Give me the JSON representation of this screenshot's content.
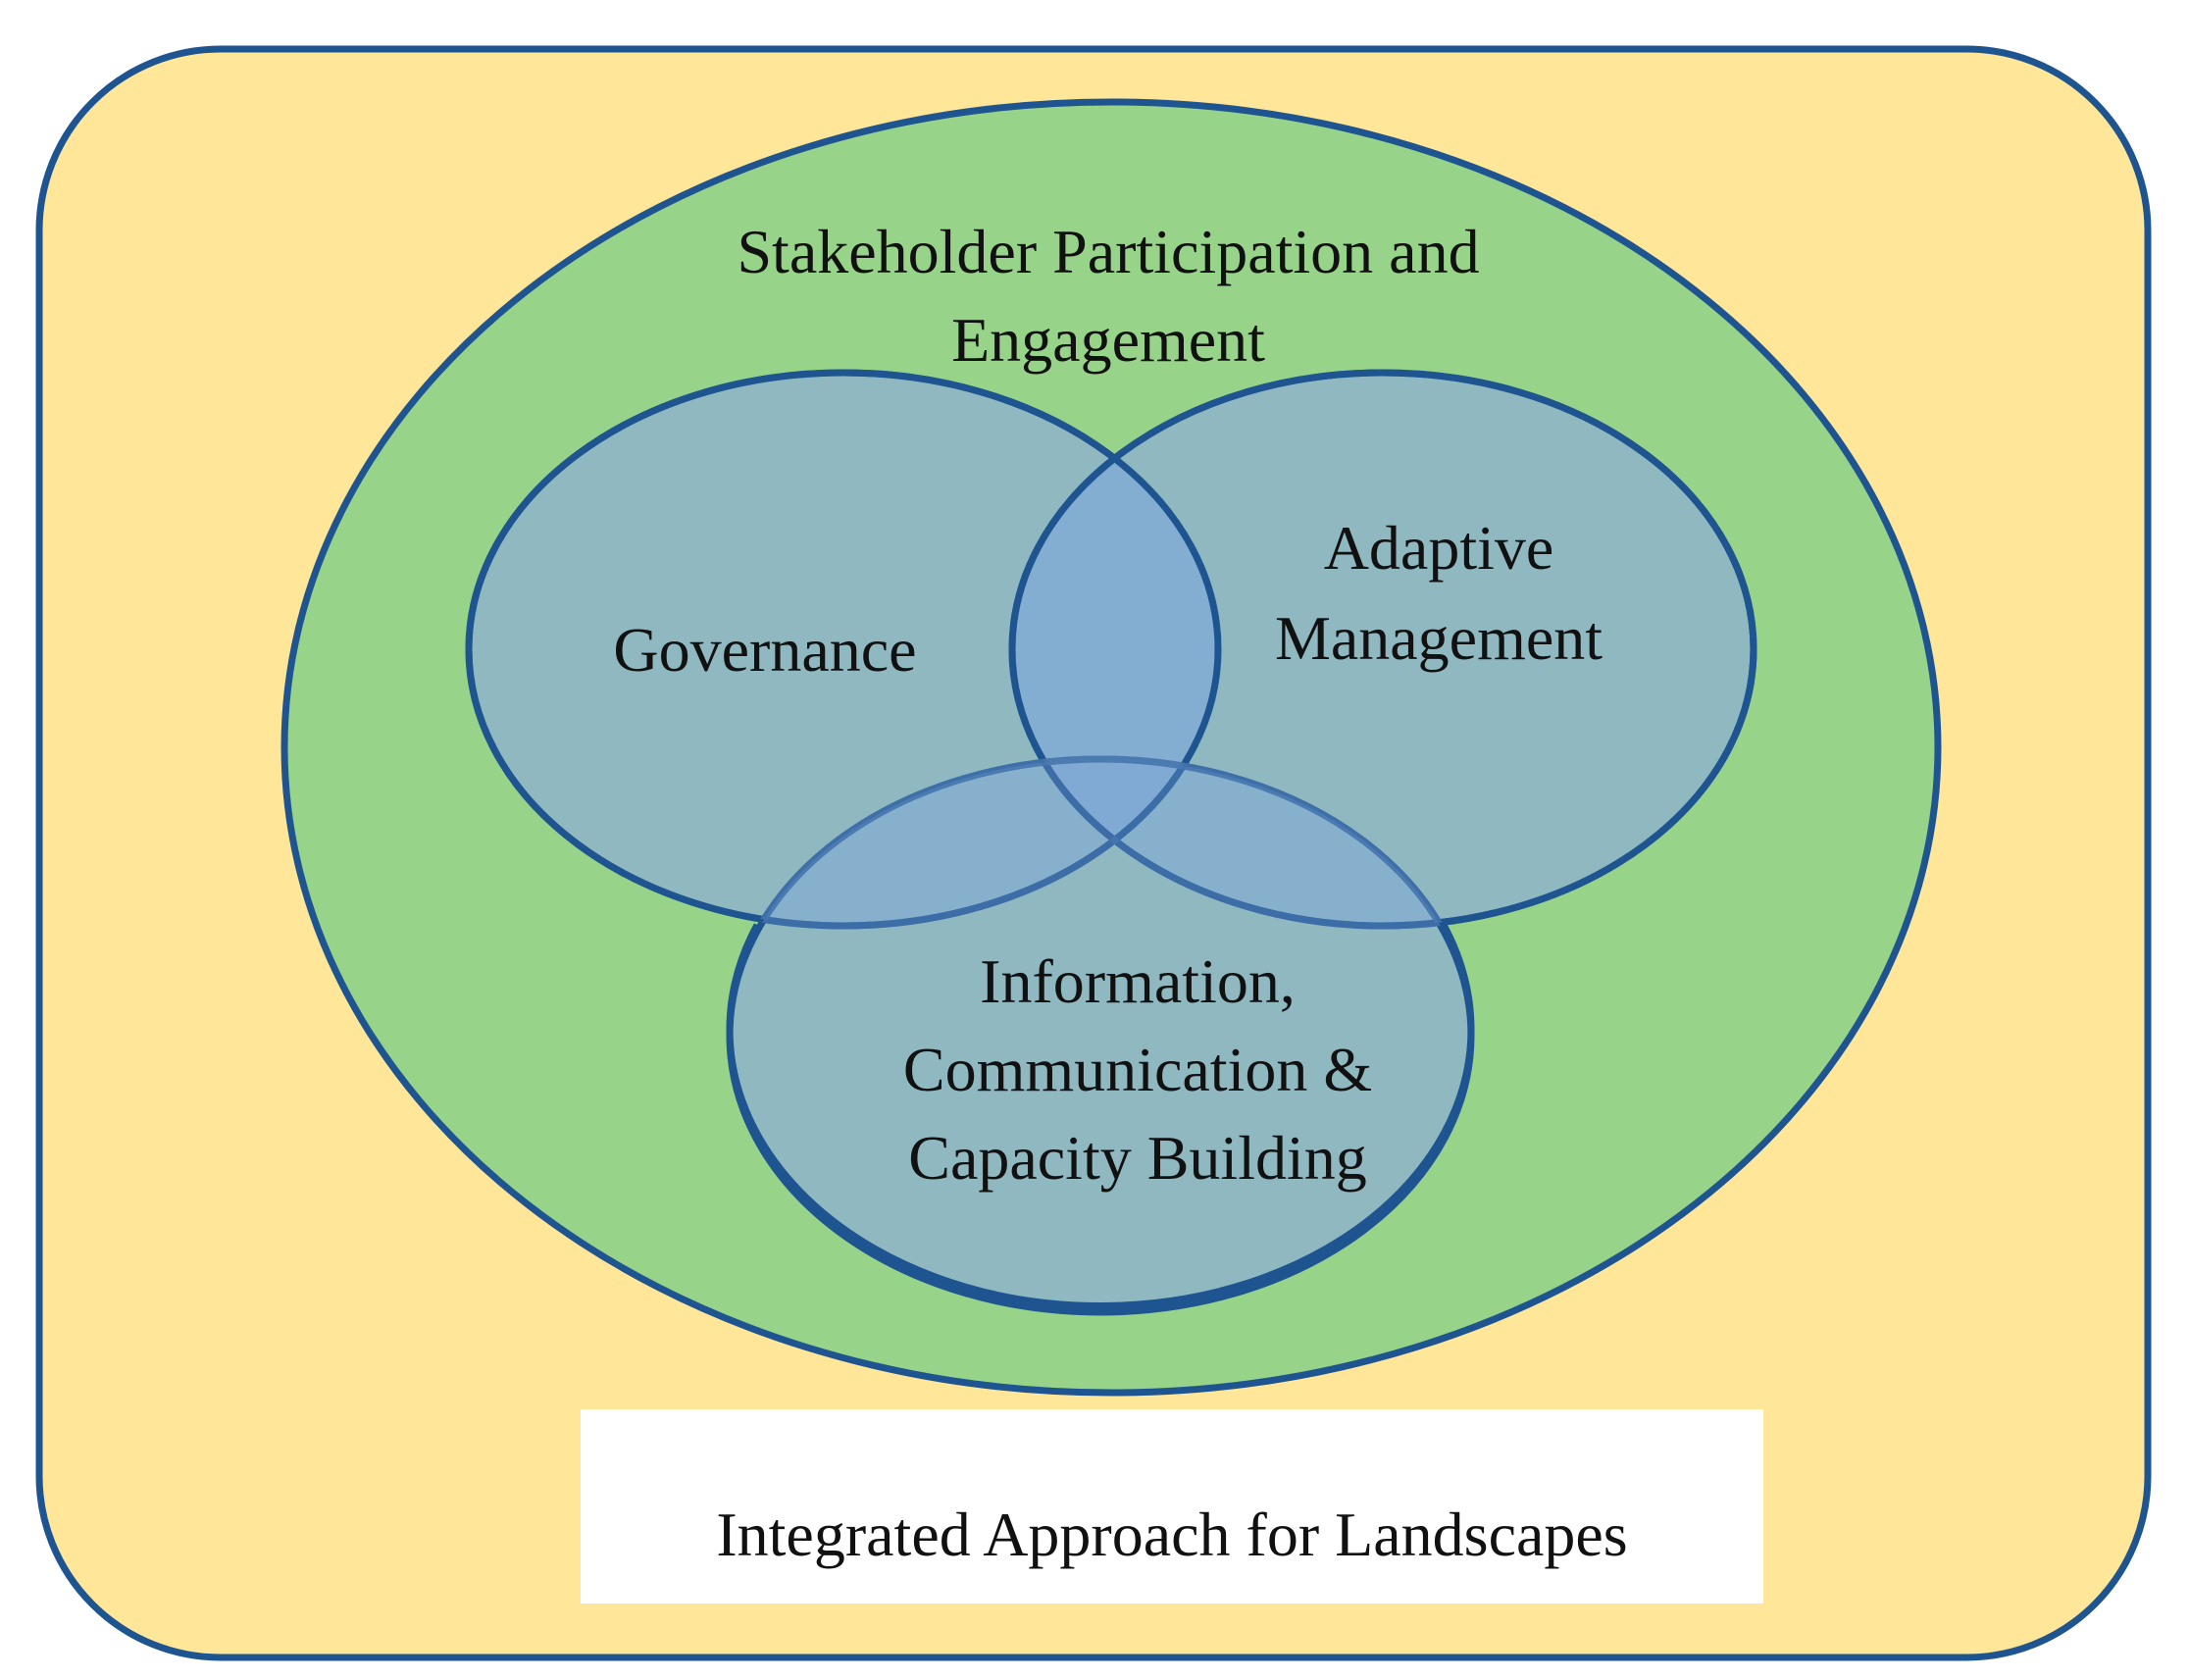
{
  "diagram": {
    "frame_label": "Integrated Approach for Landscapes",
    "outer_label": {
      "line1": "Stakeholder Participation and",
      "line2": "Engagement"
    },
    "circles": {
      "governance": "Governance",
      "adaptive": {
        "line1": "Adaptive",
        "line2": "Management"
      },
      "information": {
        "line1": "Information,",
        "line2": "Communication &",
        "line3": "Capacity Building"
      }
    }
  },
  "colors": {
    "frame_fill": "#FFE699",
    "outer_ellipse_fill": "#98D38A",
    "venn_fill": "#8FB8C2",
    "venn_overlap_tint": "#7FA9D6",
    "stroke": "#1E5590",
    "label_box_fill": "#FFFFFF",
    "text": "#111111"
  }
}
